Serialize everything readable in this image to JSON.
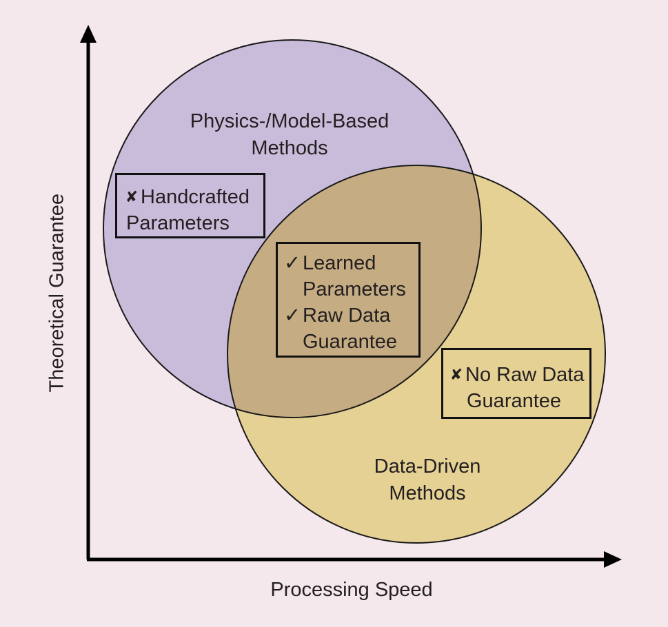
{
  "axes": {
    "y_label": "Theoretical Guarantee",
    "x_label": "Processing Speed"
  },
  "sets": {
    "physics": {
      "title_line1": "Physics-/Model-Based",
      "title_line2": "Methods",
      "color": "#c9bcdb"
    },
    "data_driven": {
      "title_line1": "Data-Driven",
      "title_line2": "Methods",
      "color": "#e6d195"
    },
    "overlap_color": "#c5ac82"
  },
  "boxes": {
    "handcrafted": {
      "mark": "✘",
      "line1": "Handcrafted",
      "line2": "Parameters"
    },
    "intersection": {
      "item1_mark": "✓",
      "item1_line1": "Learned",
      "item1_line2": "Parameters",
      "item2_mark": "✓",
      "item2_line1": "Raw Data",
      "item2_line2": "Guarantee"
    },
    "no_raw": {
      "mark": "✘",
      "line1": "No Raw Data",
      "line2": "Guarantee"
    }
  }
}
